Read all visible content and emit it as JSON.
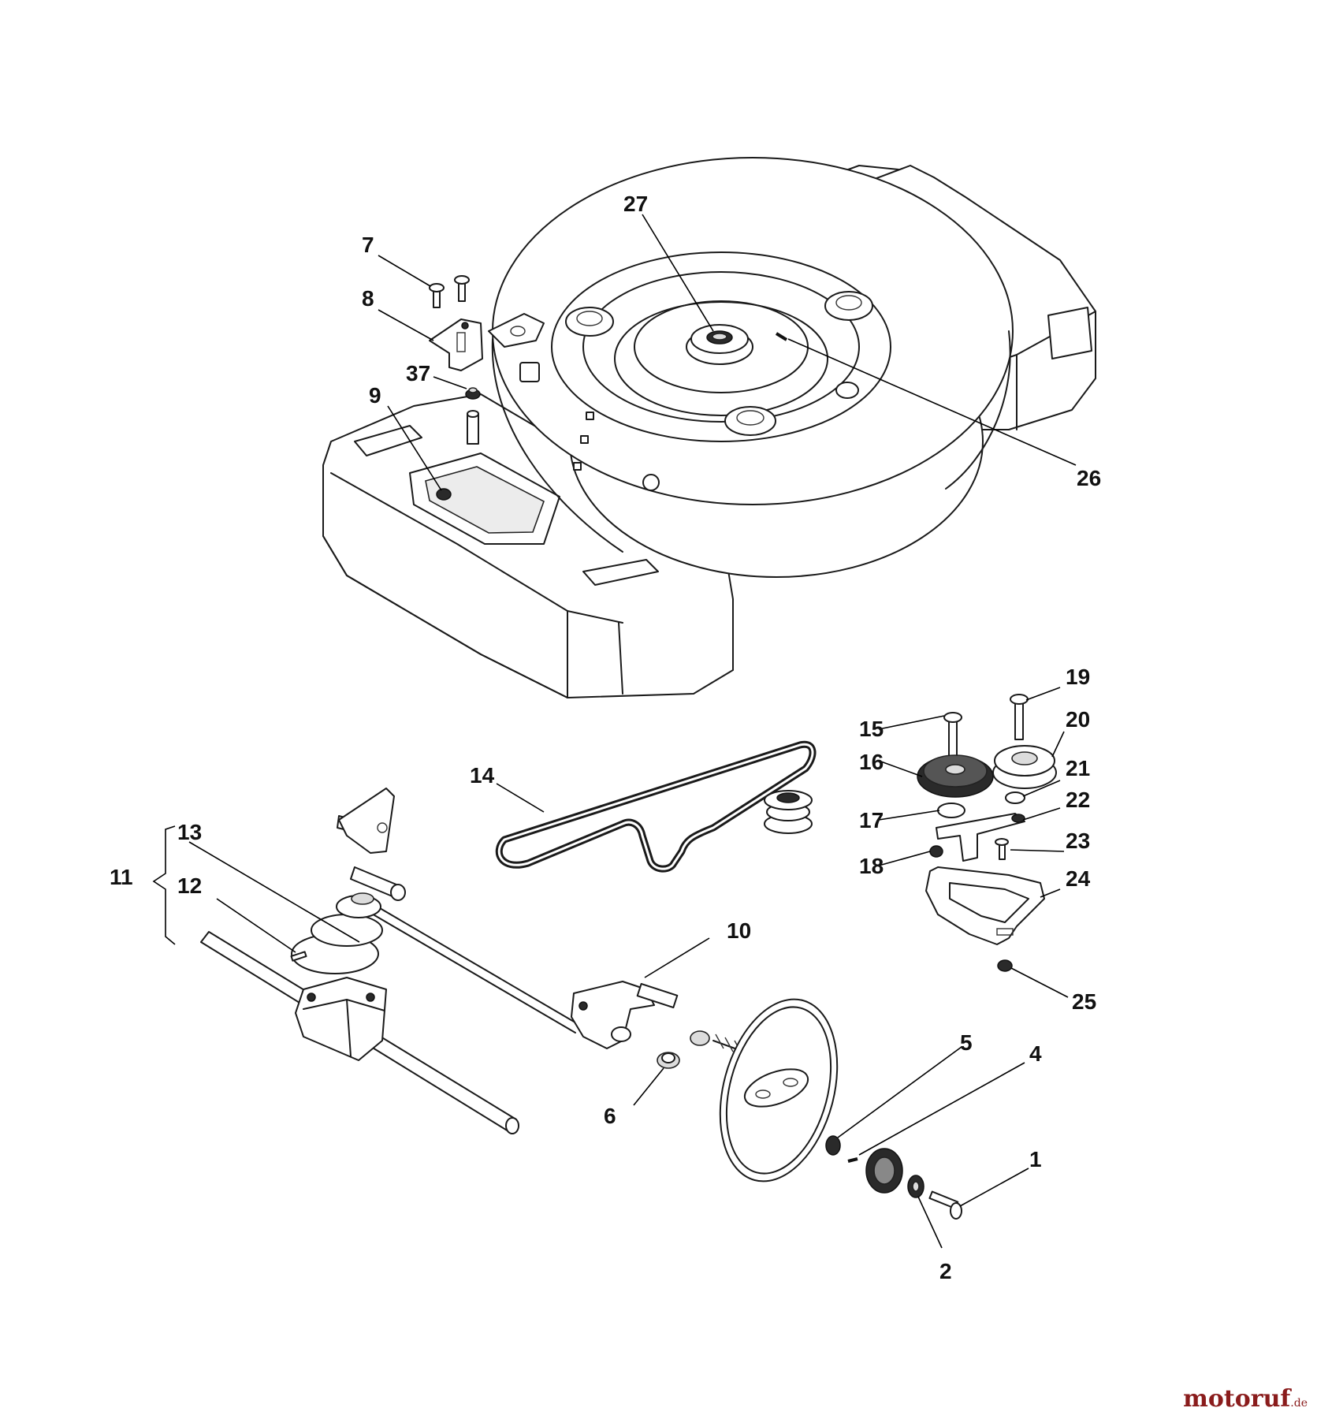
{
  "callouts": {
    "c1": "1",
    "c2": "2",
    "c4": "4",
    "c5": "5",
    "c6": "6",
    "c7": "7",
    "c8": "8",
    "c9": "9",
    "c10": "10",
    "c11": "11",
    "c12": "12",
    "c13": "13",
    "c14": "14",
    "c15": "15",
    "c16": "16",
    "c17": "17",
    "c18": "18",
    "c19": "19",
    "c20": "20",
    "c21": "21",
    "c22": "22",
    "c23": "23",
    "c24": "24",
    "c25": "25",
    "c26": "26",
    "c27": "27",
    "c37": "37"
  },
  "watermark": {
    "main": "motoruf",
    "suffix": ".de"
  }
}
